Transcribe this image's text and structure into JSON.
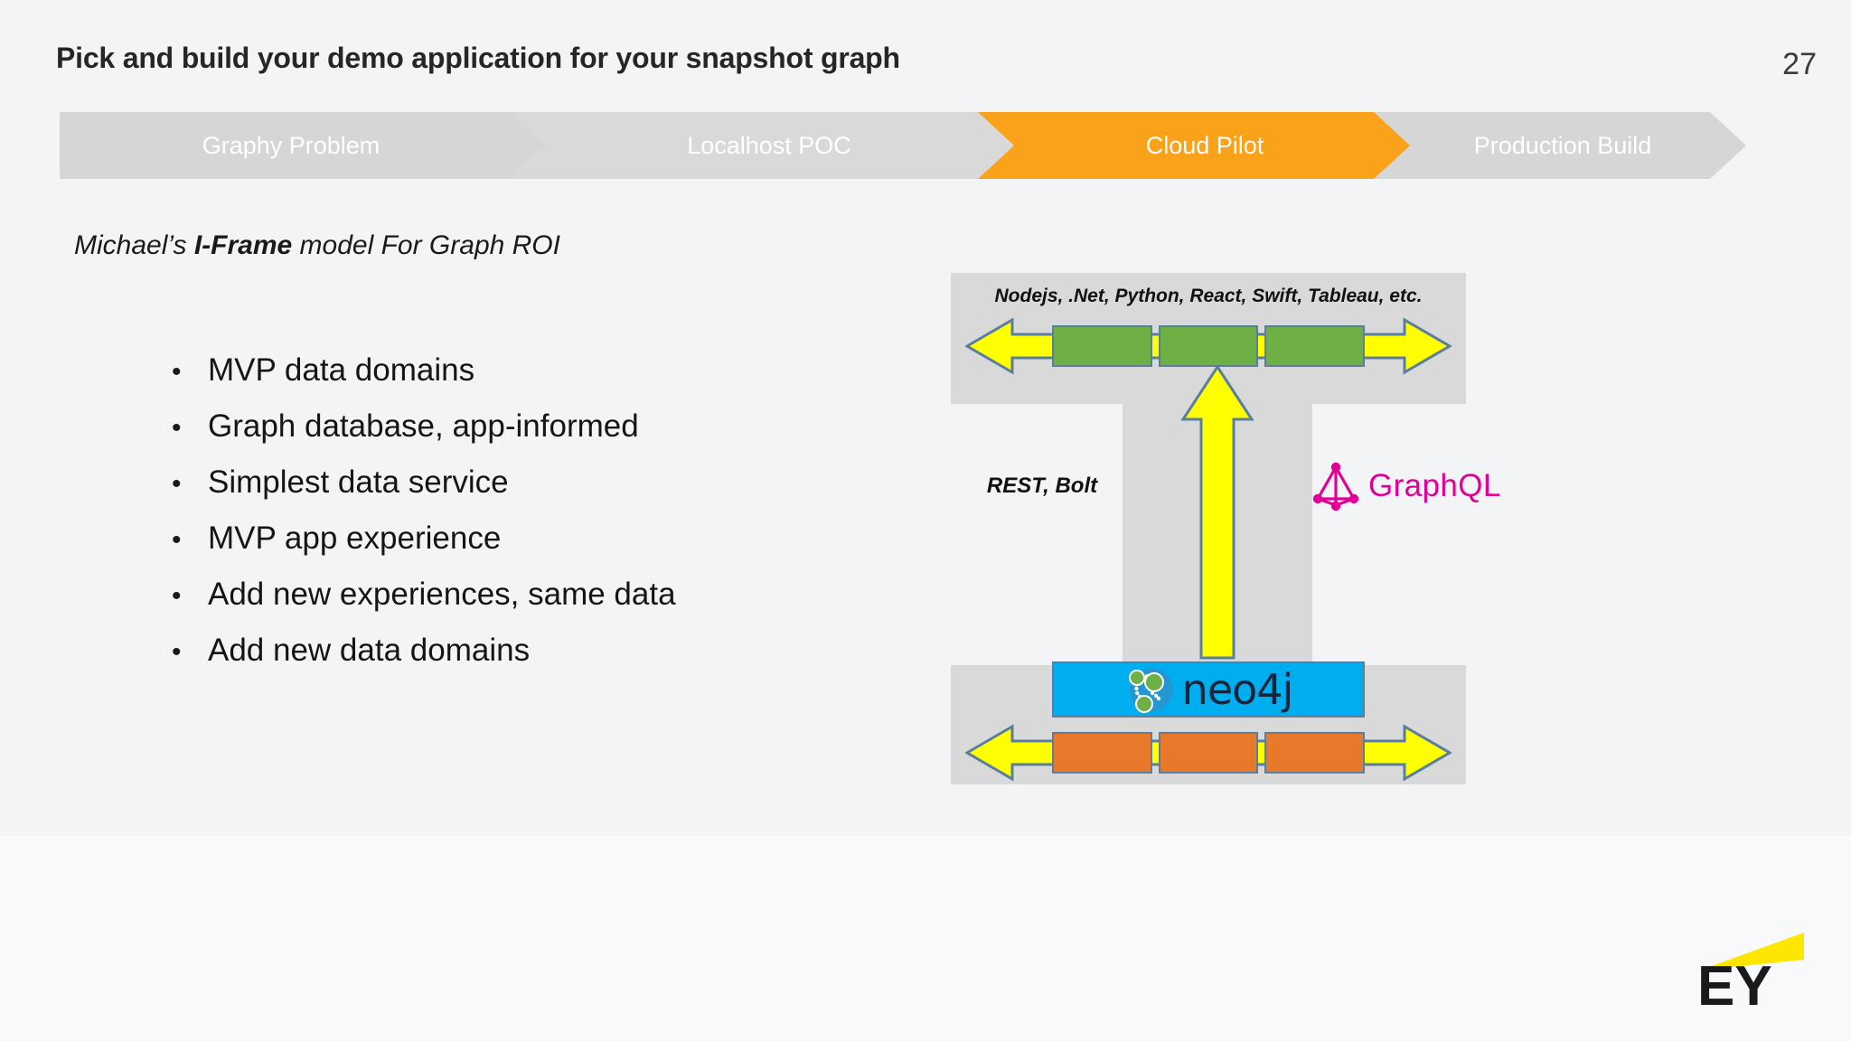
{
  "slide": {
    "title": "Pick and build your demo application for your snapshot graph",
    "page_number": "27",
    "background_color": "#f2f4f5"
  },
  "process_bar": {
    "active_color": "#F9A21A",
    "inactive_color": "#d6d6d6",
    "steps": [
      {
        "label": "Graphy Problem",
        "active": false
      },
      {
        "label": "Localhost POC",
        "active": false
      },
      {
        "label": "Cloud Pilot",
        "active": true
      },
      {
        "label": "Production Build",
        "active": false
      }
    ]
  },
  "subtitle": {
    "prefix": "Michael’s ",
    "emphasis": "I-Frame",
    "suffix": " model For Graph ROI"
  },
  "bullets": {
    "marker": "•",
    "items": [
      "MVP data domains",
      "Graph database, app-informed",
      "Simplest data service",
      "MVP app experience",
      "Add new experiences, same data",
      "Add new data domains"
    ]
  },
  "diagram": {
    "name": "i-frame-model",
    "top_caption": "Nodejs, .Net, Python, React, Swift, Tableau, etc.",
    "middle_label": "REST, Bolt",
    "graphql_label": "GraphQL",
    "graphql_color": "#E10098",
    "database_label": "neo4j",
    "database_color": "#00AEEF",
    "top_box_color": "#6EAF46",
    "bottom_box_color": "#E8792B",
    "arrow_color": "#FFFF00",
    "band_color": "#d9d9d9",
    "top_box_count": 3,
    "bottom_box_count": 3
  },
  "footer": {
    "brand": "EY",
    "brand_accent_color": "#FFE600"
  }
}
